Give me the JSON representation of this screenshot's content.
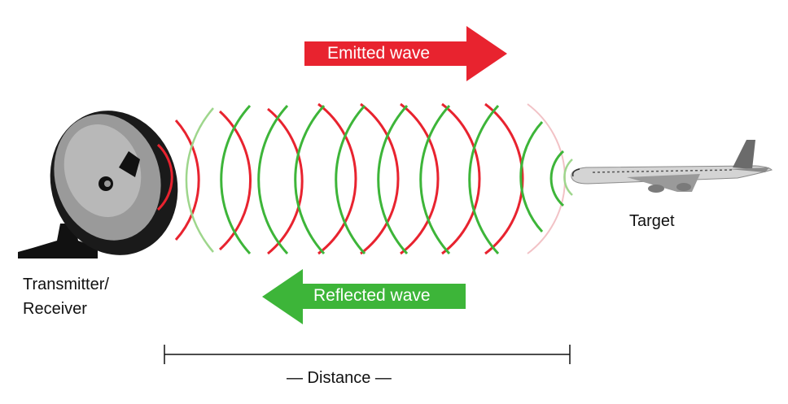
{
  "labels": {
    "emitted": "Emitted wave",
    "reflected": "Reflected wave",
    "transmitter_line1": "Transmitter/",
    "transmitter_line2": "Receiver",
    "target": "Target",
    "distance": "— Distance —"
  },
  "colors": {
    "emitted": "#e8232f",
    "reflected": "#3db539",
    "text": "#111111"
  },
  "icons": {
    "transmitter": "radar-dish-icon",
    "target": "airplane-icon"
  }
}
